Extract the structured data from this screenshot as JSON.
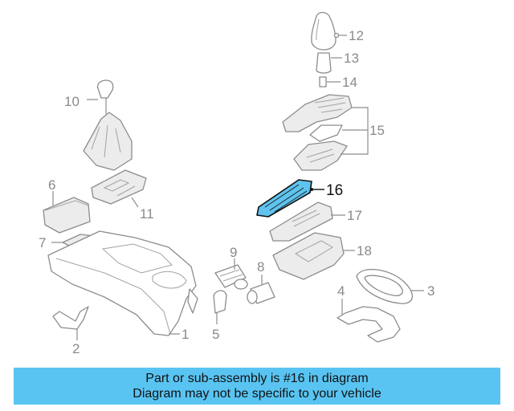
{
  "diagram": {
    "highlight_color": "#5fc3ee",
    "callouts": {
      "c1": "1",
      "c2": "2",
      "c3": "3",
      "c4": "4",
      "c5": "5",
      "c6": "6",
      "c7": "7",
      "c8": "8",
      "c9": "9",
      "c10": "10",
      "c11": "11",
      "c12": "12",
      "c13": "13",
      "c14": "14",
      "c15": "15",
      "c16": "16",
      "c17": "17",
      "c18": "18"
    }
  },
  "banner": {
    "line1": "Part or sub-assembly is #16 in diagram",
    "line2": "Diagram may not be specific to your vehicle",
    "color": "#59c4f2"
  }
}
